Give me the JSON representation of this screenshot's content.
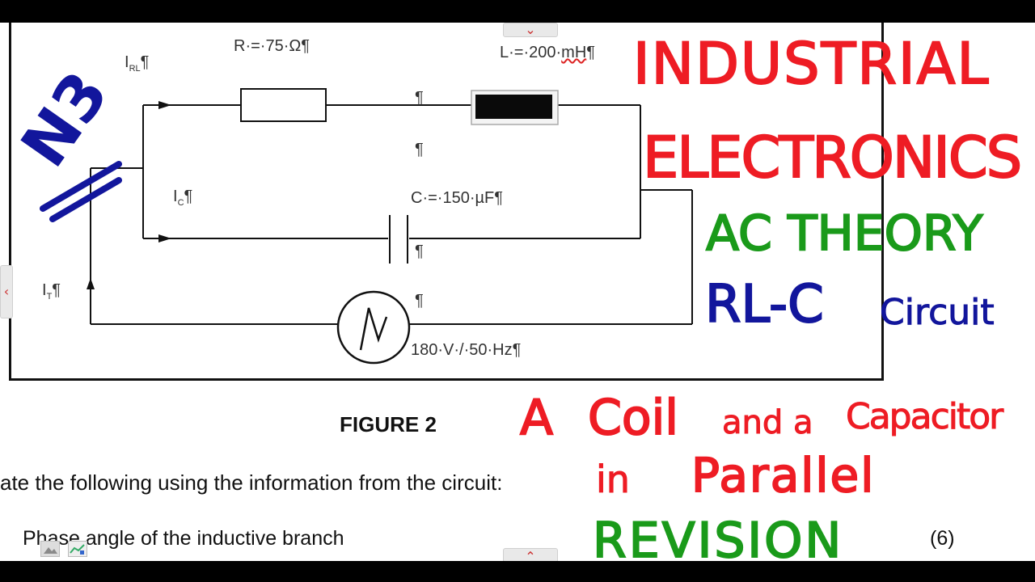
{
  "circuit": {
    "i_rl": "I",
    "i_rl_sub": "RL",
    "i_c": "I",
    "i_c_sub": "C",
    "i_t": "I",
    "i_t_sub": "T",
    "r_label": "R·=·75·Ω¶",
    "l_label_main": "L·=·200·",
    "l_label_unit": "mH",
    "l_label_end": "¶",
    "c_label": "C·=·150·µF¶",
    "source_label": "180·V·/·50·Hz¶",
    "pilcrow": "¶"
  },
  "document": {
    "figure_caption": "FIGURE 2",
    "instruction": "ate the following using the information from the circuit:",
    "question": "Phase angle of the inductive branch",
    "marks": "(6)"
  },
  "overlay": {
    "badge": "N3",
    "line1": "INDUSTRIAL",
    "line2": "ELECTRONICS",
    "line3": "AC THEORY",
    "line4_main": "RL-C",
    "line4_small": "Circuit",
    "line5_a": "A",
    "line5_b": "Coil",
    "line5_c": "and a",
    "line5_d": "Capacitor",
    "line6_a": "in",
    "line6_b": "Parallel",
    "line7": "REVISION",
    "colors": {
      "red": "#ee1c24",
      "green": "#1a9a1a",
      "blue": "#12169c"
    }
  },
  "controls": {
    "scroll_up_glyph": "⌃",
    "scroll_down_glyph": "⌄",
    "left_arrow_glyph": "‹"
  },
  "icons": [
    "image-icon",
    "chart-icon",
    "chevron-up-icon",
    "chevron-down-icon",
    "chevron-left-icon"
  ]
}
